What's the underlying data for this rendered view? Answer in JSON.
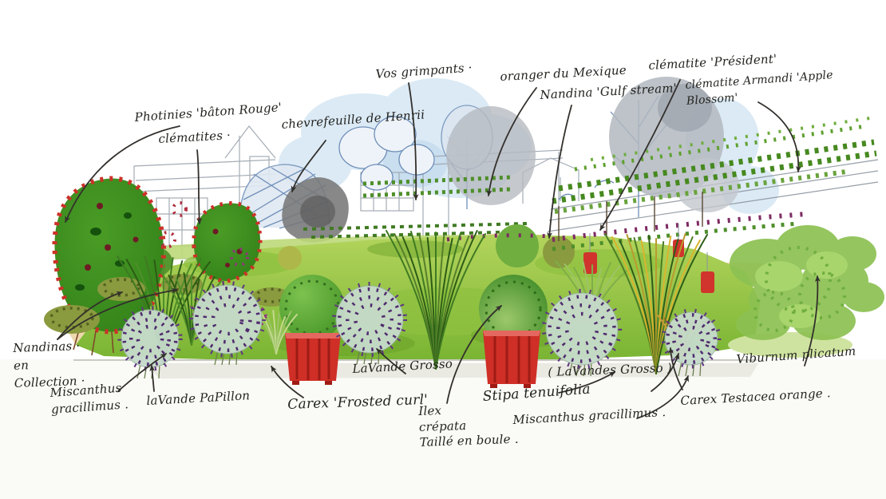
{
  "illustration": {
    "type": "hand-drawn watercolor garden planting sketch",
    "scene": "garden border with lawn, red cube planters, lavender balls, grasses and climbing plants, annotated with handwritten plant names and ink arrows"
  },
  "labels": {
    "photinies": {
      "text": "Photinies 'bâton Rouge'"
    },
    "clematites": {
      "text": "clématites ·"
    },
    "chevrefeuille": {
      "text": "chevrefeuille de Henrii"
    },
    "vos_grimpants": {
      "text": "Vos grimpants ·"
    },
    "oranger": {
      "text": "oranger du Mexique"
    },
    "nandina_gulf": {
      "text": "Nandina 'Gulf stream'"
    },
    "clematite_president": {
      "text": "clématite 'Président'"
    },
    "clematite_armandi": {
      "text": "clématite Armandi 'Apple Blossom'"
    },
    "nandinas_collection": {
      "text": "Nandinas ·\nen\nCollection ·"
    },
    "miscanthus_left": {
      "text": "Miscanthus\ngracillimus ."
    },
    "lavande_papillon": {
      "text": "laVande PaPillon"
    },
    "carex_frosted": {
      "text": "Carex 'Frosted curl'"
    },
    "lavande_grosso": {
      "text": "LaVande Grosso"
    },
    "ilex": {
      "text": "Ilex\ncrépata\nTaillé en boule ."
    },
    "stipa": {
      "text": "Stipa tenuifolia"
    },
    "lavandes_grosso": {
      "text": "( LaVandes Grosso )"
    },
    "miscanthus_right": {
      "text": "Miscanthus gracillimus ."
    },
    "carex_testacea": {
      "text": "Carex Testacea orange ."
    },
    "viburnum": {
      "text": "Viburnum plicatum"
    }
  },
  "palette": {
    "label_ink": "#23231f",
    "arrow_ink": "#33302c",
    "lawn_light": "#aacf52",
    "lawn_dark": "#76b22f",
    "foliage_dark": "#2e7d17",
    "foliage_mid": "#4a9c26",
    "foliage_light": "#8cc152",
    "photinia_red": "#cc3128",
    "planter_red": "#cf2f26",
    "planter_red_dark": "#9e1c15",
    "lavender_purple": "#4f2b6e",
    "lavender_leaf": "#c6dbcb",
    "sky_blue": "#cfe3f2",
    "pencil_grey": "#9aa3ad",
    "sketch_blue": "#6f8fb8",
    "grey_wash": "#b6bac0",
    "stipa_yellow": "#d9b42e",
    "sand": "#ecd5a6",
    "clematis_purple": "#7d2a62",
    "hedge_green": "#bcd879"
  }
}
